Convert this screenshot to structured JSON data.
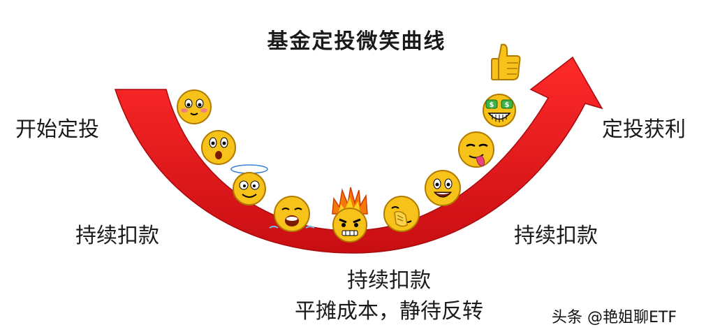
{
  "title": "基金定投微笑曲线",
  "labels": {
    "start": "开始定投",
    "profit": "定投获利",
    "left_phase": "持续扣款",
    "right_phase": "持续扣款",
    "bottom_line1": "持续扣款",
    "bottom_line2": "平摊成本，静待反转"
  },
  "watermark": "头条 @艳姐聊ETF",
  "colors": {
    "arrow": "#e0141b",
    "arrow_dark": "#b30b10",
    "emoji_fill": "#f7c21a"
  },
  "icons": [
    "blushing-face-icon",
    "surprised-face-icon",
    "dizzy-face-icon",
    "crying-face-icon",
    "angry-flaming-face-icon",
    "facepalm-face-icon",
    "grinning-face-icon",
    "tongue-out-face-icon",
    "money-eyes-face-icon",
    "thumbs-up-icon"
  ]
}
